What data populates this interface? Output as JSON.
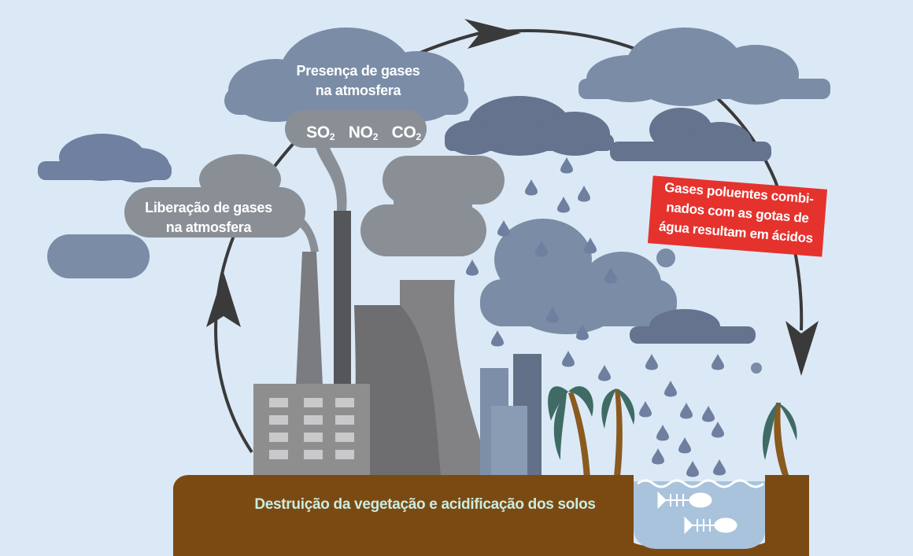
{
  "labels": {
    "presence": [
      "Presença de gases",
      "na atmosfera"
    ],
    "release": [
      "Liberação de gases",
      "na atmosfera"
    ],
    "gases": [
      {
        "symbol": "SO",
        "subscript": "2"
      },
      {
        "symbol": "NO",
        "subscript": "2"
      },
      {
        "symbol": "CO",
        "subscript": "2"
      }
    ],
    "acid_note": [
      "Gases poluentes combi-",
      "nados com as gotas de",
      "água resultam em ácidos"
    ],
    "soil": "Destruição da vegetação e acidificação dos solos"
  },
  "colors": {
    "background": "#dbe9f6",
    "cloud_blue": "#7a8ca6",
    "cloud_dark": "#6a7994",
    "smoke_gray": "#8a8f96",
    "factory_gray": "#8e8e8e",
    "tower_gray": "#77777a",
    "soil_brown": "#7b4a12",
    "water_blue": "#a9c3dc",
    "rain_drop": "#6f7fa0",
    "alert_red": "#e5322d",
    "arrow_dark": "#3a3a3a"
  },
  "icons": [
    "cycle-arrow-icon",
    "fish-skeleton-icon",
    "palm-tree-icon",
    "rain-drop-icon",
    "factory-icon"
  ]
}
